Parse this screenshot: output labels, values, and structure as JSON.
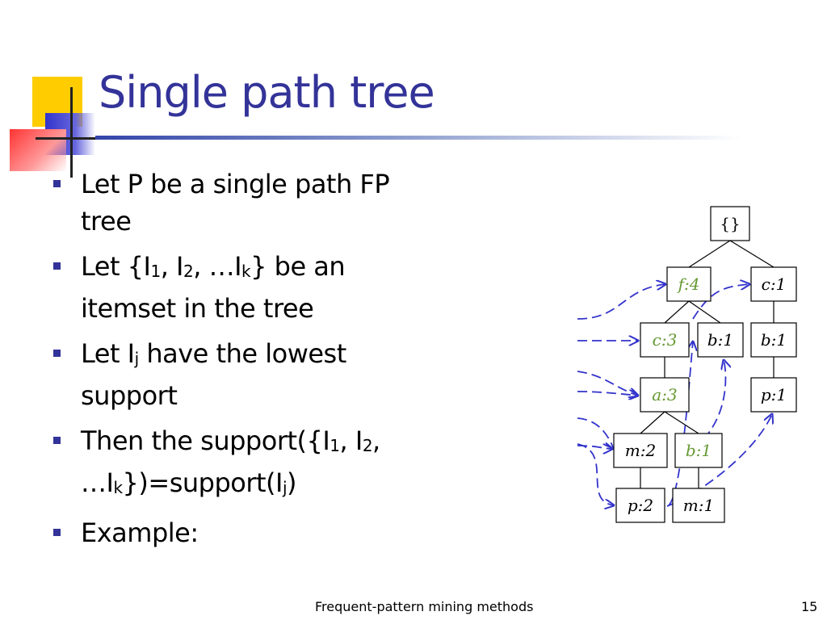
{
  "slide": {
    "title": "Single path tree",
    "bullets": [
      [
        "Let P be a single path FP tree"
      ],
      [
        "Let {I",
        "1",
        ", I",
        "2",
        ", …I",
        "k",
        "} be an itemset in the tree"
      ],
      [
        "Let I",
        "j",
        " have the lowest support"
      ],
      [
        "Then the support({I",
        "1",
        ", I",
        "2",
        ", …I",
        "k",
        "})=support(I",
        "j",
        ")"
      ],
      [
        "Example:"
      ]
    ],
    "footer": "Frequent-pattern mining methods",
    "page_number": "15"
  },
  "tree": {
    "nodes": [
      {
        "id": "root",
        "label": "{}",
        "color": "#000000"
      },
      {
        "id": "f4",
        "label": "f:4",
        "color": "#669933"
      },
      {
        "id": "c1",
        "label": "c:1",
        "color": "#000000"
      },
      {
        "id": "c3",
        "label": "c:3",
        "color": "#669933"
      },
      {
        "id": "b1a",
        "label": "b:1",
        "color": "#000000"
      },
      {
        "id": "b1b",
        "label": "b:1",
        "color": "#000000"
      },
      {
        "id": "a3",
        "label": "a:3",
        "color": "#669933"
      },
      {
        "id": "p1",
        "label": "p:1",
        "color": "#000000"
      },
      {
        "id": "m2",
        "label": "m:2",
        "color": "#000000"
      },
      {
        "id": "b1c",
        "label": "b:1",
        "color": "#669933"
      },
      {
        "id": "p2",
        "label": "p:2",
        "color": "#000000"
      },
      {
        "id": "m1",
        "label": "m:1",
        "color": "#000000"
      }
    ],
    "link_color": "#3333cc"
  },
  "colors": {
    "title": "#333399",
    "bullet": "#333399",
    "accent_yellow": "#ffcc00",
    "accent_red": "#ff3333"
  }
}
